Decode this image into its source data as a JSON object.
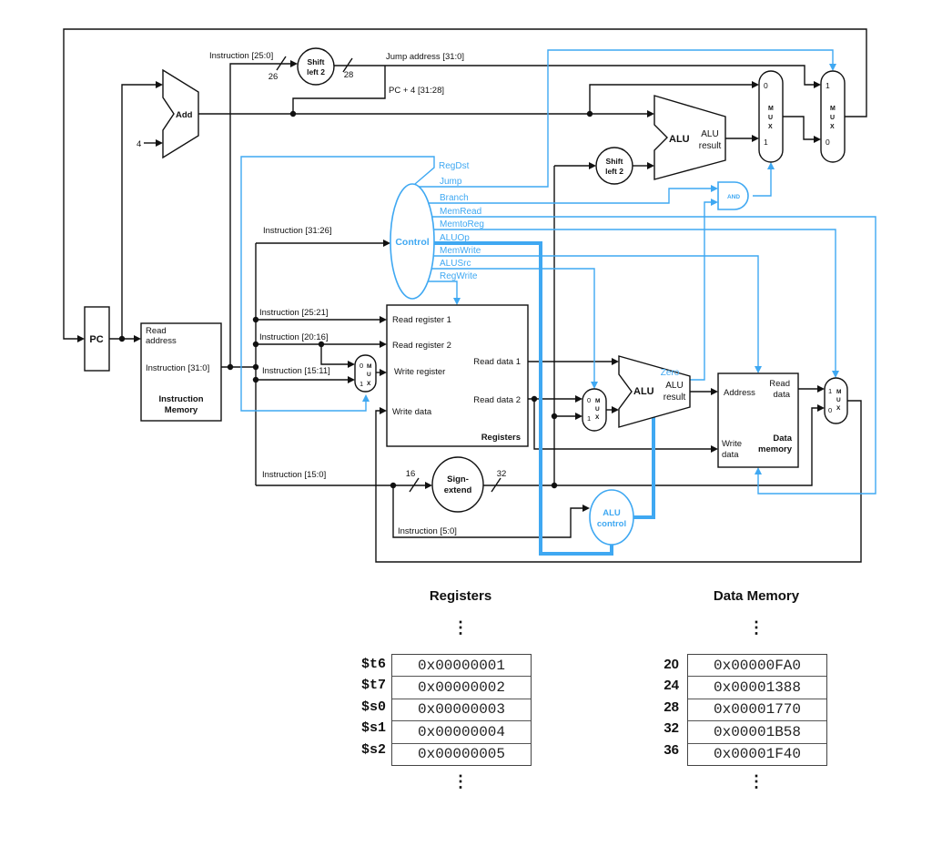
{
  "diagram": {
    "pc": {
      "label": "PC"
    },
    "instruction_memory": {
      "title_l1": "Instruction",
      "title_l2": "Memory",
      "read_address_l1": "Read",
      "read_address_l2": "address",
      "output": "Instruction [31:0]"
    },
    "adder_top": {
      "label": "Add",
      "operand": "4"
    },
    "shift_left_top": {
      "l1": "Shift",
      "l2": "left 2",
      "in_width": "26",
      "out_width": "28"
    },
    "shift_left_mid": {
      "l1": "Shift",
      "l2": "left 2"
    },
    "jump_address_label": "Jump address [31:0]",
    "pc_plus_4_label": "PC + 4 [31:28]",
    "control": {
      "label": "Control",
      "input_label": "Instruction [31:26]",
      "signals": [
        "RegDst",
        "Jump",
        "Branch",
        "MemRead",
        "MemtoReg",
        "ALUOp",
        "MemWrite",
        "ALUSrc",
        "RegWrite"
      ]
    },
    "instruction_fields": {
      "f25_0": "Instruction [25:0]",
      "f25_21": "Instruction [25:21]",
      "f20_16": "Instruction [20:16]",
      "f15_11": "Instruction [15:11]",
      "f15_0": "Instruction [15:0]",
      "f5_0": "Instruction [5:0]"
    },
    "registers": {
      "title": "Registers",
      "read_register_1": "Read register 1",
      "read_register_2": "Read register 2",
      "write_register": "Write register",
      "write_data": "Write data",
      "read_data_1": "Read data 1",
      "read_data_2": "Read data 2"
    },
    "sign_extend": {
      "l1": "Sign-",
      "l2": "extend",
      "in_width": "16",
      "out_width": "32"
    },
    "alu_branch": {
      "label": "ALU",
      "result_l1": "ALU",
      "result_l2": "result"
    },
    "alu_main": {
      "label": "ALU",
      "zero": "Zero",
      "result_l1": "ALU",
      "result_l2": "result"
    },
    "alu_control": {
      "l1": "ALU",
      "l2": "control"
    },
    "and_gate": {
      "label": "AND"
    },
    "data_memory": {
      "title_l1": "Data",
      "title_l2": "memory",
      "address": "Address",
      "read_data_l1": "Read",
      "read_data_l2": "data",
      "write_data_l1": "Write",
      "write_data_l2": "data"
    },
    "muxes": {
      "m": "M",
      "u": "U",
      "x": "X",
      "zero": "0",
      "one": "1"
    }
  },
  "tables": {
    "registers": {
      "title": "Registers",
      "ellipsis": "⋮",
      "rows": [
        {
          "name": "$t6",
          "value": "0x00000001"
        },
        {
          "name": "$t7",
          "value": "0x00000002"
        },
        {
          "name": "$s0",
          "value": "0x00000003"
        },
        {
          "name": "$s1",
          "value": "0x00000004"
        },
        {
          "name": "$s2",
          "value": "0x00000005"
        }
      ]
    },
    "memory": {
      "title": "Data Memory",
      "ellipsis": "⋮",
      "rows": [
        {
          "addr": "20",
          "value": "0x00000FA0"
        },
        {
          "addr": "24",
          "value": "0x00001388"
        },
        {
          "addr": "28",
          "value": "0x00001770"
        },
        {
          "addr": "32",
          "value": "0x00001B58"
        },
        {
          "addr": "36",
          "value": "0x00001F40"
        }
      ]
    }
  },
  "colors": {
    "wire_black": "#111111",
    "control_blue": "#3fa8f2"
  }
}
